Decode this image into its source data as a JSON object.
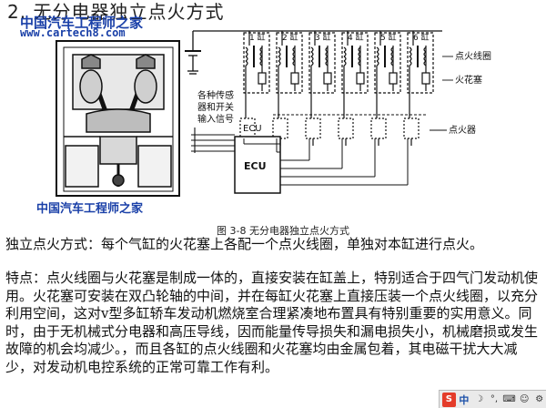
{
  "heading": "2. 无分电器独立点火方式",
  "watermark": {
    "title": "中国汽车工程师之家",
    "url": "www.cartech8.com"
  },
  "figure": {
    "caption": "图 3-8   无分电器独立点火方式",
    "sensor_label_lines": [
      "各种传感",
      "器和开关",
      "输入信号"
    ],
    "ecu_label": "ECU",
    "cylinder_labels": [
      "1 缸",
      "2 缸",
      "3 缸",
      "4 缸",
      "5 缸",
      "6 缸"
    ],
    "coil_label": "点火线圈",
    "plug_label": "火花塞",
    "igniter_label": "点火器"
  },
  "paragraphs": {
    "intro": "独立点火方式：每个气缸的火花塞上各配一个点火线圈，单独对本缸进行点火。",
    "features": "特点：点火线圈与火花塞是制成一体的，直接安装在缸盖上，特别适合于四气门发动机使用。火花塞可安装在双凸轮轴的中间，并在每缸火花塞上直接压装一个点火线圈，以充分利用空间，这对v型多缸轿车发动机燃烧室合理紧凑地布置具有特别重要的实用意义。同时，由于无机械式分电器和高压导线，因而能量传导损失和漏电损失小，机械磨损或发生故障的机会均减少。，而且各缸的点火线圈和火花塞均由金属包着，其电磁干扰大大减少，对发动机电控系统的正常可靠工作有利。"
  },
  "toolbar": {
    "logo": "S",
    "lang": "中",
    "moon": "☽",
    "punct": "°,",
    "soft": "⌨",
    "user": "☺",
    "grid": "⚙"
  },
  "colors": {
    "watermark": "#1a40a8",
    "ink": "#111111"
  }
}
